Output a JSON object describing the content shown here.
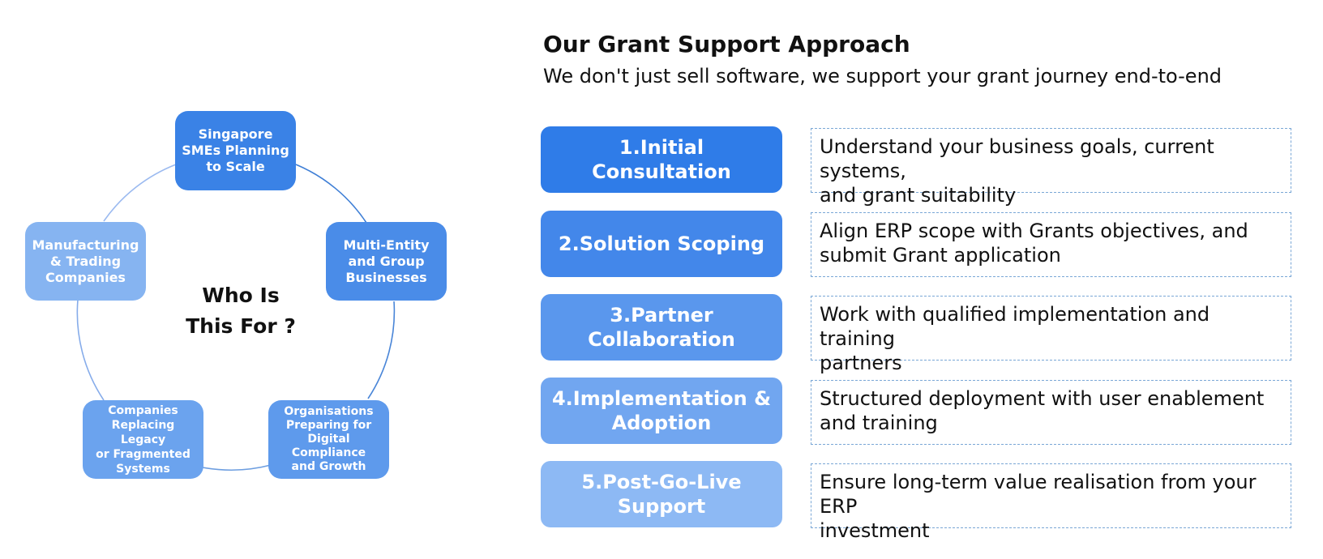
{
  "diagram": {
    "center_label": "Who Is\nThis For ?",
    "nodes": [
      {
        "label": "Singapore\nSMEs Planning\nto Scale",
        "color": "#3a82e6"
      },
      {
        "label": "Multi-Entity\nand Group\nBusinesses",
        "color": "#4a8ce8"
      },
      {
        "label": "Organisations\nPreparing for\nDigital Compliance\nand Growth",
        "color": "#5e9aec"
      },
      {
        "label": "Companies\nReplacing Legacy\nor Fragmented\nSystems",
        "color": "#6ba3ee"
      },
      {
        "label": "Manufacturing\n& Trading\nCompanies",
        "color": "#86b4f1"
      }
    ],
    "ring_color": "#4a86d8"
  },
  "approach": {
    "title": "Our Grant Support Approach",
    "subtitle": "We don't just sell software, we support your grant journey end-to-end",
    "steps": [
      {
        "label": "1.Initial Consultation",
        "description": "Understand your business goals, current systems,\nand grant suitability",
        "color": "#2f7ce8"
      },
      {
        "label": "2.Solution Scoping",
        "description": "Align ERP scope with Grants objectives, and\nsubmit Grant application",
        "color": "#4387ea"
      },
      {
        "label": "3.Partner\nCollaboration",
        "description": "Work with qualified implementation and training\npartners",
        "color": "#5a97ed"
      },
      {
        "label": "4.Implementation &\nAdoption",
        "description": "Structured deployment with user enablement\nand training",
        "color": "#71a6f0"
      },
      {
        "label": "5.Post-Go-Live\nSupport",
        "description": "Ensure long-term value realisation from your ERP\ninvestment",
        "color": "#8db9f4"
      }
    ]
  }
}
